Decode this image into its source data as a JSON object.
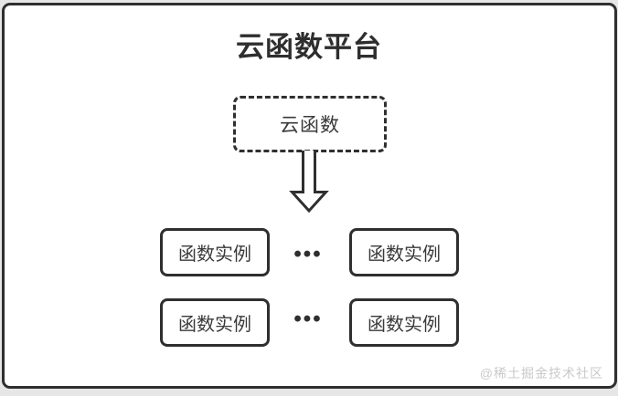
{
  "colors": {
    "background": "#e6e6e6",
    "canvas": "#ffffff",
    "stroke": "#2f2f2f",
    "text": "#2e2e2e",
    "watermark": "#c9c9c9"
  },
  "diagram": {
    "title": "云函数平台",
    "root": {
      "label": "云函数"
    },
    "rows": [
      {
        "left": "函数实例",
        "ellipsis": "•••",
        "right": "函数实例"
      },
      {
        "left": "函数实例",
        "ellipsis": "•••",
        "right": "函数实例"
      }
    ],
    "watermark": "@稀土掘金技术社区"
  }
}
